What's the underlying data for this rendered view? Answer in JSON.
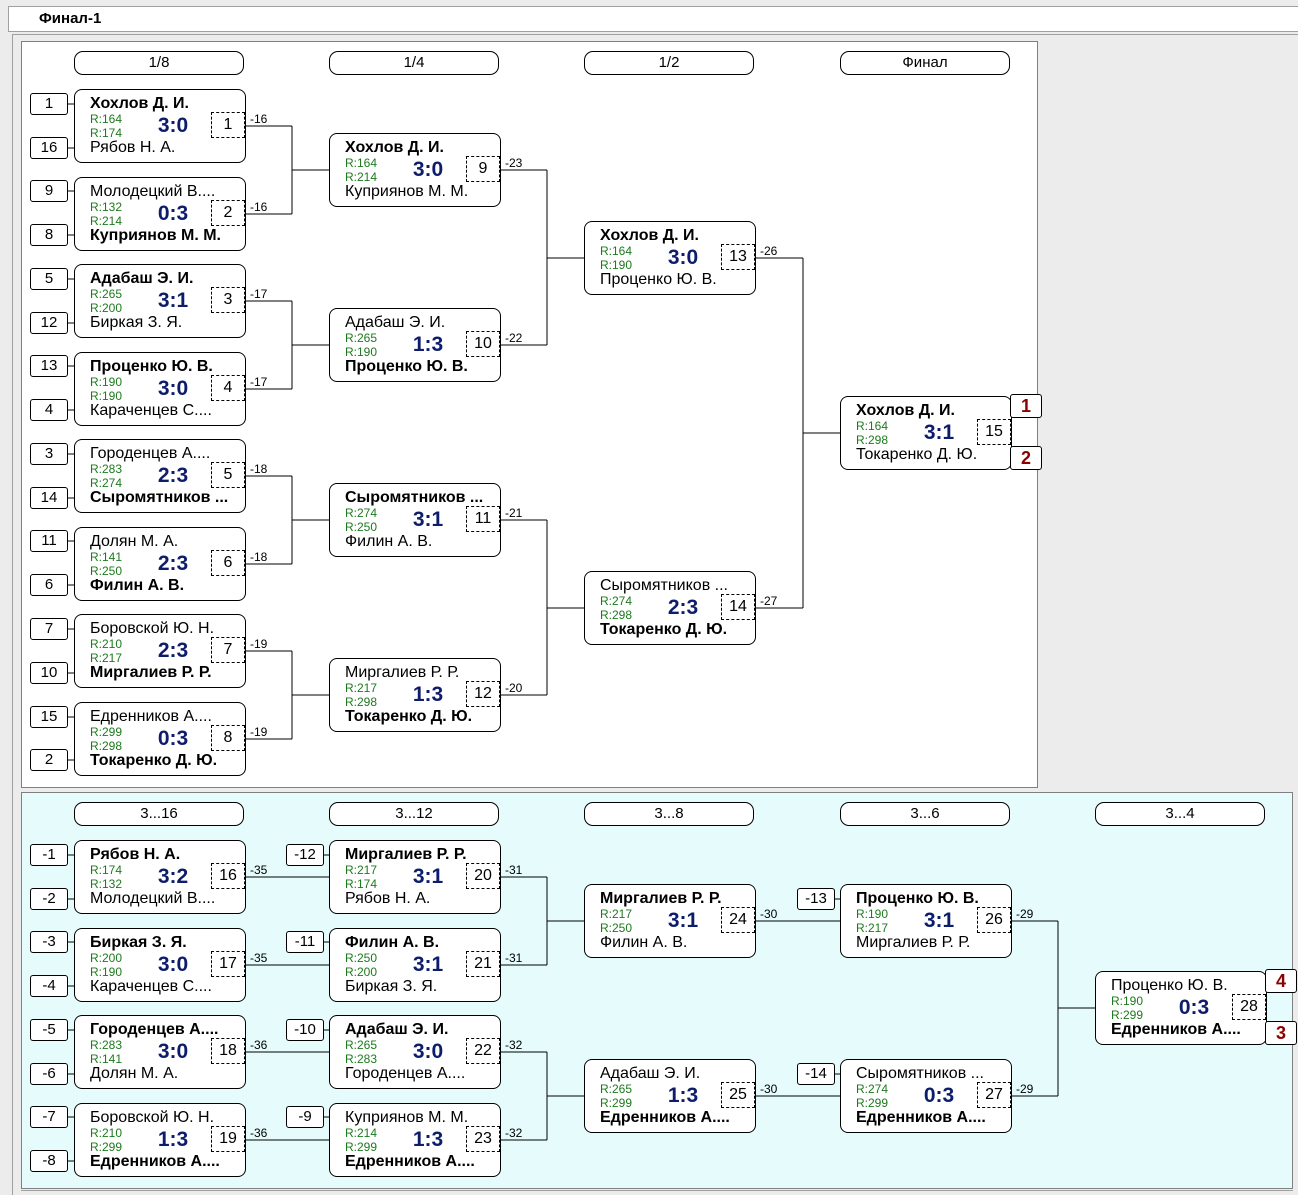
{
  "title": "Финал-1",
  "headers_top": [
    "1/8",
    "1/4",
    "1/2",
    "Финал"
  ],
  "headers_bottom": [
    "3...16",
    "3...12",
    "3...8",
    "3...6",
    "3...4"
  ],
  "seeds_top": [
    "1",
    "16",
    "9",
    "8",
    "5",
    "12",
    "13",
    "4",
    "3",
    "14",
    "11",
    "6",
    "7",
    "10",
    "15",
    "2"
  ],
  "seeds_bottom": [
    "-1",
    "-2",
    "-3",
    "-4",
    "-5",
    "-6",
    "-7",
    "-8",
    "-12",
    "-11",
    "-10",
    "-9",
    "-13",
    "-14"
  ],
  "matches": [
    {
      "num": "1",
      "p1": "Хохлов Д. И.",
      "p2": "Рябов Н. А.",
      "r1": "R:164",
      "r2": "R:174",
      "score": "3:0",
      "winner": 1,
      "loser_to": "-16"
    },
    {
      "num": "2",
      "p1": "Молодецкий В....",
      "p2": "Куприянов М. М.",
      "r1": "R:132",
      "r2": "R:214",
      "score": "0:3",
      "winner": 2,
      "loser_to": "-16"
    },
    {
      "num": "3",
      "p1": "Адабаш Э. И.",
      "p2": "Биркая З. Я.",
      "r1": "R:265",
      "r2": "R:200",
      "score": "3:1",
      "winner": 1,
      "loser_to": "-17"
    },
    {
      "num": "4",
      "p1": "Проценко Ю. В.",
      "p2": "Караченцев С....",
      "r1": "R:190",
      "r2": "R:190",
      "score": "3:0",
      "winner": 1,
      "loser_to": "-17"
    },
    {
      "num": "5",
      "p1": "Городенцев А....",
      "p2": "Сыромятников ...",
      "r1": "R:283",
      "r2": "R:274",
      "score": "2:3",
      "winner": 2,
      "loser_to": "-18"
    },
    {
      "num": "6",
      "p1": "Долян М. А.",
      "p2": "Филин А. В.",
      "r1": "R:141",
      "r2": "R:250",
      "score": "2:3",
      "winner": 2,
      "loser_to": "-18"
    },
    {
      "num": "7",
      "p1": "Боровской Ю. Н.",
      "p2": "Миргалиев Р. Р.",
      "r1": "R:210",
      "r2": "R:217",
      "score": "2:3",
      "winner": 2,
      "loser_to": "-19"
    },
    {
      "num": "8",
      "p1": "Едренников А....",
      "p2": "Токаренко Д. Ю.",
      "r1": "R:299",
      "r2": "R:298",
      "score": "0:3",
      "winner": 2,
      "loser_to": "-19"
    },
    {
      "num": "9",
      "p1": "Хохлов Д. И.",
      "p2": "Куприянов М. М.",
      "r1": "R:164",
      "r2": "R:214",
      "score": "3:0",
      "winner": 1,
      "loser_to": "-23"
    },
    {
      "num": "10",
      "p1": "Адабаш Э. И.",
      "p2": "Проценко Ю. В.",
      "r1": "R:265",
      "r2": "R:190",
      "score": "1:3",
      "winner": 2,
      "loser_to": "-22"
    },
    {
      "num": "11",
      "p1": "Сыромятников ...",
      "p2": "Филин А. В.",
      "r1": "R:274",
      "r2": "R:250",
      "score": "3:1",
      "winner": 1,
      "loser_to": "-21"
    },
    {
      "num": "12",
      "p1": "Миргалиев Р. Р.",
      "p2": "Токаренко Д. Ю.",
      "r1": "R:217",
      "r2": "R:298",
      "score": "1:3",
      "winner": 2,
      "loser_to": "-20"
    },
    {
      "num": "13",
      "p1": "Хохлов Д. И.",
      "p2": "Проценко Ю. В.",
      "r1": "R:164",
      "r2": "R:190",
      "score": "3:0",
      "winner": 1,
      "loser_to": "-26"
    },
    {
      "num": "14",
      "p1": "Сыромятников ...",
      "p2": "Токаренко Д. Ю.",
      "r1": "R:274",
      "r2": "R:298",
      "score": "2:3",
      "winner": 2,
      "loser_to": "-27"
    },
    {
      "num": "15",
      "p1": "Хохлов Д. И.",
      "p2": "Токаренко Д. Ю.",
      "r1": "R:164",
      "r2": "R:298",
      "score": "3:1",
      "winner": 1,
      "place1": "1",
      "place2": "2"
    },
    {
      "num": "16",
      "p1": "Рябов Н. А.",
      "p2": "Молодецкий В....",
      "r1": "R:174",
      "r2": "R:132",
      "score": "3:2",
      "winner": 1,
      "loser_to": "-35"
    },
    {
      "num": "17",
      "p1": "Биркая З. Я.",
      "p2": "Караченцев С....",
      "r1": "R:200",
      "r2": "R:190",
      "score": "3:0",
      "winner": 1,
      "loser_to": "-35"
    },
    {
      "num": "18",
      "p1": "Городенцев А....",
      "p2": "Долян М. А.",
      "r1": "R:283",
      "r2": "R:141",
      "score": "3:0",
      "winner": 1,
      "loser_to": "-36"
    },
    {
      "num": "19",
      "p1": "Боровской Ю. Н.",
      "p2": "Едренников А....",
      "r1": "R:210",
      "r2": "R:299",
      "score": "1:3",
      "winner": 2,
      "loser_to": "-36"
    },
    {
      "num": "20",
      "p1": "Миргалиев Р. Р.",
      "p2": "Рябов Н. А.",
      "r1": "R:217",
      "r2": "R:174",
      "score": "3:1",
      "winner": 1,
      "loser_to": "-31"
    },
    {
      "num": "21",
      "p1": "Филин А. В.",
      "p2": "Биркая З. Я.",
      "r1": "R:250",
      "r2": "R:200",
      "score": "3:1",
      "winner": 1,
      "loser_to": "-31"
    },
    {
      "num": "22",
      "p1": "Адабаш Э. И.",
      "p2": "Городенцев А....",
      "r1": "R:265",
      "r2": "R:283",
      "score": "3:0",
      "winner": 1,
      "loser_to": "-32"
    },
    {
      "num": "23",
      "p1": "Куприянов М. М.",
      "p2": "Едренников А....",
      "r1": "R:214",
      "r2": "R:299",
      "score": "1:3",
      "winner": 2,
      "loser_to": "-32"
    },
    {
      "num": "24",
      "p1": "Миргалиев Р. Р.",
      "p2": "Филин А. В.",
      "r1": "R:217",
      "r2": "R:250",
      "score": "3:1",
      "winner": 1,
      "loser_to": "-30"
    },
    {
      "num": "25",
      "p1": "Адабаш Э. И.",
      "p2": "Едренников А....",
      "r1": "R:265",
      "r2": "R:299",
      "score": "1:3",
      "winner": 2,
      "loser_to": "-30"
    },
    {
      "num": "26",
      "p1": "Проценко Ю. В.",
      "p2": "Миргалиев Р. Р.",
      "r1": "R:190",
      "r2": "R:217",
      "score": "3:1",
      "winner": 1,
      "loser_to": "-29"
    },
    {
      "num": "27",
      "p1": "Сыромятников ...",
      "p2": "Едренников А....",
      "r1": "R:274",
      "r2": "R:299",
      "score": "0:3",
      "winner": 2,
      "loser_to": "-29"
    },
    {
      "num": "28",
      "p1": "Проценко Ю. В.",
      "p2": "Едренников А....",
      "r1": "R:190",
      "r2": "R:299",
      "score": "0:3",
      "winner": 2,
      "place1": "4",
      "place2": "3"
    }
  ]
}
